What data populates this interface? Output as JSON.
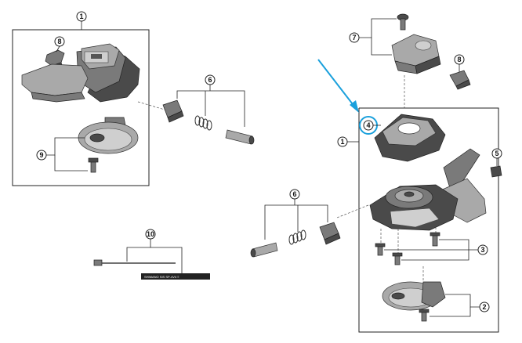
{
  "callouts": {
    "left_1": "1",
    "left_8": "8",
    "left_9": "9",
    "left_6": "6",
    "right_7": "7",
    "right_8": "8",
    "right_4": "4",
    "right_1": "1",
    "right_5": "5",
    "right_6": "6",
    "right_3": "3",
    "right_2": "2",
    "cable_10": "10"
  },
  "cable_print": "SHIMANO SIS SP-4V4 ≡",
  "colors": {
    "highlight": "#1aa0dc",
    "line": "#222222",
    "part_dark": "#4a4a4a",
    "part_mid": "#7a7a7a",
    "part_light": "#a9a9a9"
  }
}
